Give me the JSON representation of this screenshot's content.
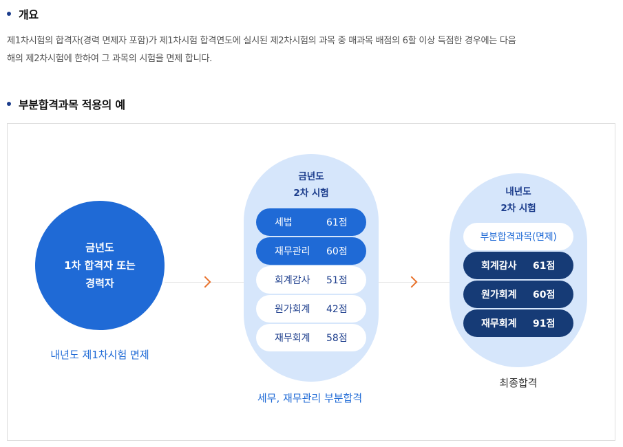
{
  "overview": {
    "heading": "개요",
    "description_line1": "제1차시험의 합격자(경력 면제자 포함)가 제1차시험 합격연도에 실시된 제2차시험의 과목 중 매과목 배점의 6할 이상 득점한 경우에는 다음",
    "description_line2": "해의 제2차시험에 한하여 그 과목의 시험을 면제 합니다."
  },
  "example": {
    "heading": "부분합격과목 적용의 예",
    "stage1": {
      "circle_line1": "금년도",
      "circle_line2": "1차 합격자 또는",
      "circle_line3": "경력자",
      "caption": "내년도 제1차시험 면제"
    },
    "stage2": {
      "title_line1": "금년도",
      "title_line2": "2차 시험",
      "subjects": [
        {
          "name": "세법",
          "score": "61점"
        },
        {
          "name": "재무관리",
          "score": "60점"
        },
        {
          "name": "회계감사",
          "score": "51점"
        },
        {
          "name": "원가회계",
          "score": "42점"
        },
        {
          "name": "재무회계",
          "score": "58점"
        }
      ],
      "caption": "세무, 재무관리 부분합격"
    },
    "stage3": {
      "title_line1": "내년도",
      "title_line2": "2차 시험",
      "exempt_label": "부분합격과목(면제)",
      "subjects": [
        {
          "name": "회계감사",
          "score": "61점"
        },
        {
          "name": "원가회계",
          "score": "60점"
        },
        {
          "name": "재무회계",
          "score": "91점"
        }
      ],
      "caption": "최종합격"
    },
    "colors": {
      "primary_blue": "#1f6ad6",
      "navy": "#163b76",
      "light_blue": "#d6e6fb",
      "arrow_orange": "#e8702a"
    },
    "icons": [
      "chevron-right-icon",
      "bullet-icon"
    ]
  }
}
